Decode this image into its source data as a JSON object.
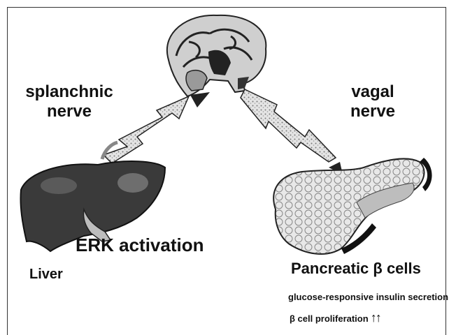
{
  "labels": {
    "splanchnic_line1": "splanchnic",
    "splanchnic_line2": "nerve",
    "vagal_line1": "vagal",
    "vagal_line2": "nerve",
    "erk": "ERK activation",
    "liver": "Liver",
    "pancreatic": "Pancreatic β cells",
    "insulin": "glucose-responsive insulin secretion",
    "proliferation": "β cell proliferation",
    "up_arrows": "↑↑"
  },
  "icons": {
    "brain": "brain-icon",
    "liver": "liver-icon",
    "pancreas": "pancreas-icon",
    "arrow_left": "zigzag-arrow-icon",
    "arrow_right": "zigzag-arrow-icon"
  },
  "colors": {
    "ink": "#111111",
    "liver_fill": "#3a3a3a",
    "pancreas_fill": "#d9d9d9",
    "brain_fill": "#cfcfcf"
  }
}
